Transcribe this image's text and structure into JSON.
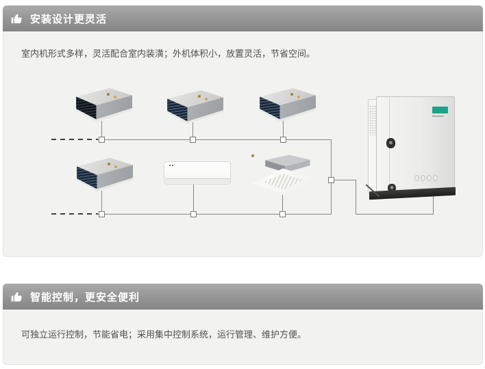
{
  "colors": {
    "header_gradient_top": "#ababab",
    "header_gradient_bottom": "#868686",
    "header_text": "#ffffff",
    "section_body_bg": "#f2f2f1",
    "body_text": "#4f4f4f",
    "diagram_line": "#878787",
    "dash_line": "#3f3f3f",
    "outdoor_logo_accent": "#1fa08a"
  },
  "sections": [
    {
      "icon": "thumbs-up-icon",
      "title": "安装设计更灵活",
      "body": "室内机形式多样，灵活配合室内装潢；外机体积小，放置灵活，节省空间。"
    },
    {
      "icon": "thumbs-up-icon",
      "title": "智能控制，更安全便利",
      "body": "可独立运行控制，节能省电；采用集中控制系统，运行管理、维护方便。"
    }
  ],
  "diagram": {
    "indoor_units": [
      {
        "type": "ceiling-ducted",
        "row": "top",
        "col": 1
      },
      {
        "type": "ceiling-ducted",
        "row": "top",
        "col": 2
      },
      {
        "type": "ceiling-ducted",
        "row": "top",
        "col": 3
      },
      {
        "type": "ceiling-ducted",
        "row": "bottom",
        "col": 1
      },
      {
        "type": "wall-mounted",
        "row": "bottom",
        "col": 2
      },
      {
        "type": "ceiling-cassette",
        "row": "bottom",
        "col": 3
      }
    ],
    "outdoor_units": [
      {
        "type": "outdoor-cabinet"
      }
    ]
  }
}
